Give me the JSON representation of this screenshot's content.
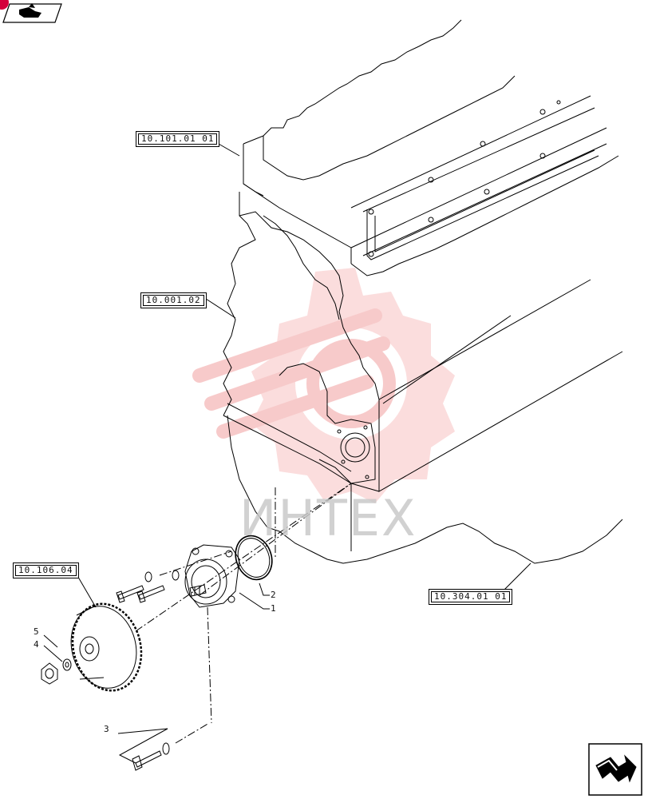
{
  "references": {
    "ref_cylinder_head": "10.101.01 01",
    "ref_engine_block": "10.001.02",
    "ref_drive_gear": "10.106.04",
    "ref_oil_sump": "10.304.01 01"
  },
  "callouts": {
    "item_1": "1",
    "item_2": "2",
    "item_3": "3",
    "item_4": "4",
    "item_5": "5"
  },
  "watermark": {
    "text": "ИНТЕХ"
  },
  "colors": {
    "line": "#000000",
    "watermark_red": "#f2a0a0",
    "watermark_gray": "#c9c9c9",
    "badge_red": "#d4003c"
  },
  "icons": {
    "top_left": "previous-page-icon",
    "bottom_right": "next-page-icon"
  }
}
